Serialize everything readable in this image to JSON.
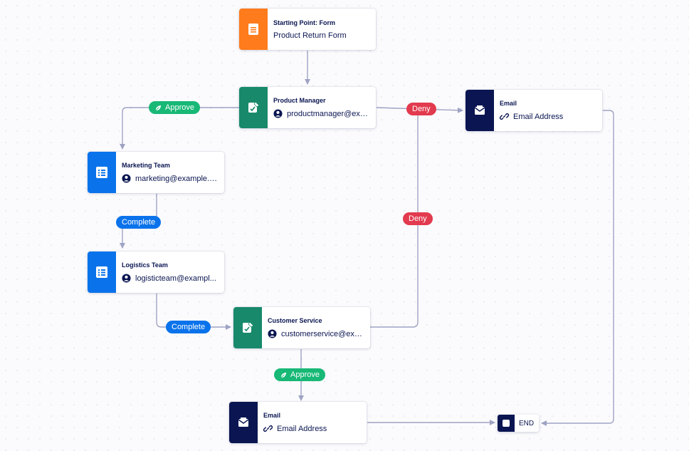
{
  "nodes": {
    "start": {
      "title": "Starting Point: Form",
      "subtitle": "Product Return Form"
    },
    "product_manager": {
      "title": "Product Manager",
      "subtitle": "productmanager@exa..."
    },
    "email_top": {
      "title": "Email",
      "subtitle": "Email Address"
    },
    "marketing": {
      "title": "Marketing Team",
      "subtitle": "marketing@example.c..."
    },
    "logistics": {
      "title": "Logistics Team",
      "subtitle": "logisticteam@exampl..."
    },
    "customer_service": {
      "title": "Customer Service",
      "subtitle": "customerservice@exa..."
    },
    "email_bottom": {
      "title": "Email",
      "subtitle": "Email Address"
    },
    "end": {
      "label": "END"
    }
  },
  "pills": {
    "approve_pm": "Approve",
    "deny_pm": "Deny",
    "complete_marketing": "Complete",
    "deny_cs": "Deny",
    "complete_logistics": "Complete",
    "approve_cs": "Approve"
  },
  "colors": {
    "form": "#ff7b1c",
    "approval": "#18896b",
    "task": "#0a73eb",
    "email": "#0a1551",
    "approve": "#18b876",
    "deny": "#e23a4e",
    "complete": "#0a73eb",
    "connector": "#9ea3c4"
  },
  "icons": {
    "form": "form-document-icon",
    "approval": "approval-signature-icon",
    "task": "task-list-icon",
    "email": "envelope-icon",
    "user": "user-icon",
    "link": "link-icon"
  }
}
